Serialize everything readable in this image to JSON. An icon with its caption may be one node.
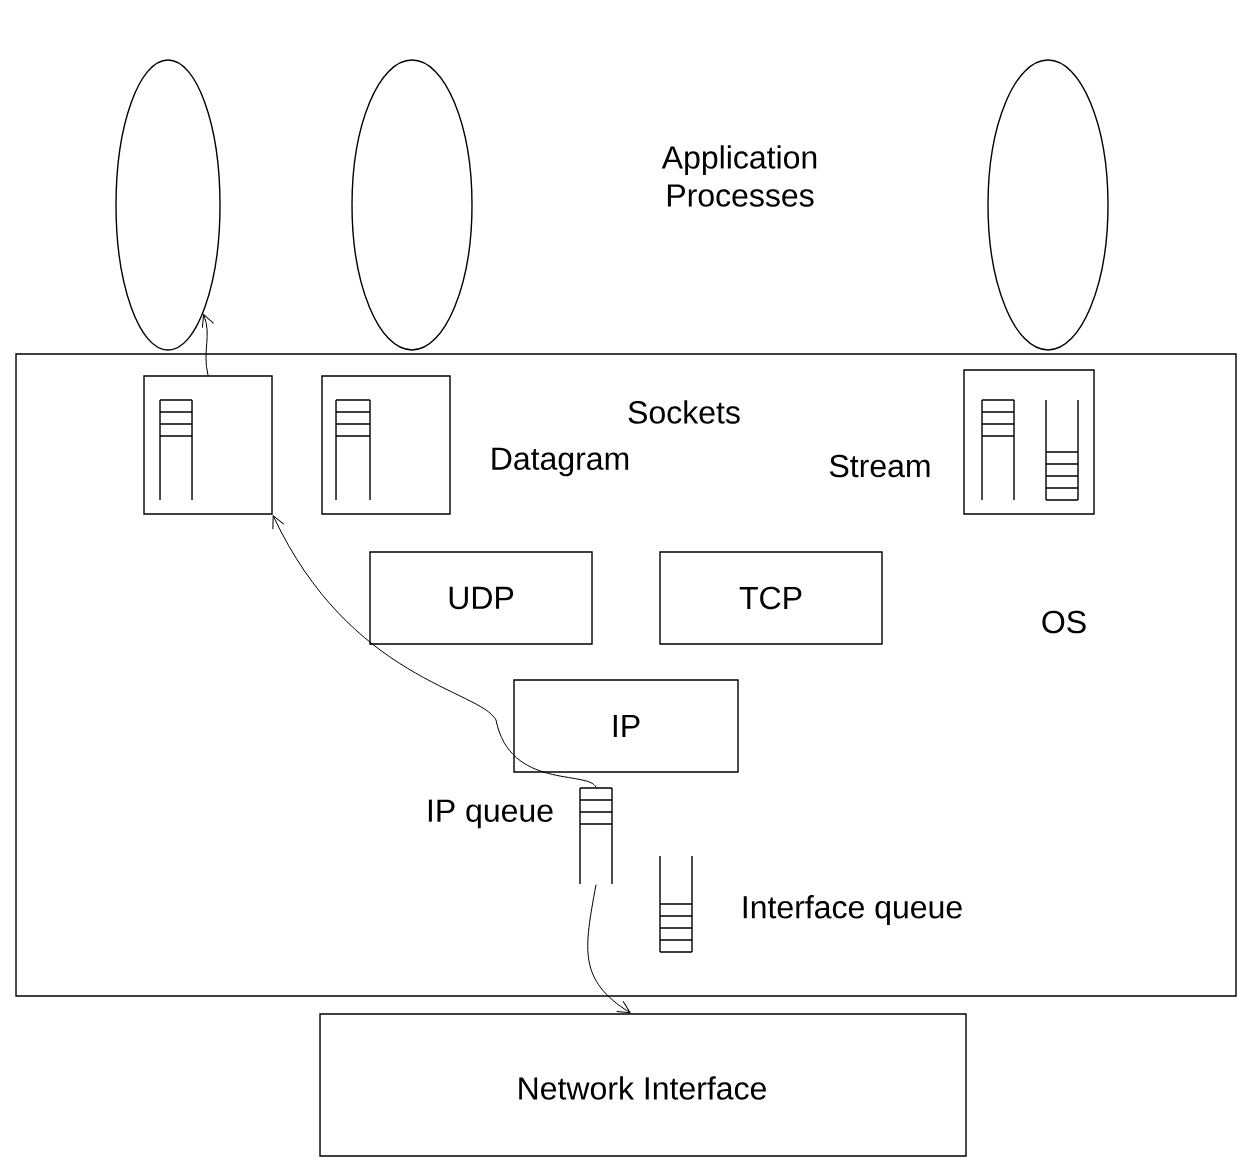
{
  "diagram": {
    "nodes": [
      {
        "text": [],
        "shape": "ellipse"
      },
      {
        "text": [],
        "shape": "ellipse"
      },
      {
        "text": [],
        "shape": "ellipse"
      },
      {
        "text": [
          "OS"
        ]
      },
      {
        "text": [],
        "shape": "box",
        "in": 3
      },
      {
        "text": [],
        "shape": "box",
        "in": 3,
        "beside": [
          "Datagram"
        ]
      },
      {
        "text": [],
        "shape": "box",
        "in": 3,
        "beside": [
          "Stream"
        ]
      },
      {
        "text": [
          "UDP"
        ],
        "in": 3
      },
      {
        "text": [
          "TCP"
        ],
        "in": 3
      },
      {
        "text": [
          "IP"
        ],
        "in": 3
      },
      {
        "text": [],
        "shape": "queue",
        "in": 3,
        "beside": [
          "IP queue"
        ]
      },
      {
        "text": [],
        "shape": "queue",
        "in": 3,
        "beside": [
          "Interface queue"
        ]
      },
      {
        "text": [
          "Network Interface"
        ]
      }
    ],
    "edges": [
      {
        "from": 4,
        "to": 0,
        "arrow": "to"
      },
      {
        "from": 10,
        "to": 4,
        "arrow": "to"
      },
      {
        "from": 10,
        "to": 12,
        "arrow": "to"
      }
    ],
    "labels": [
      "Application Processes",
      "Sockets"
    ]
  }
}
